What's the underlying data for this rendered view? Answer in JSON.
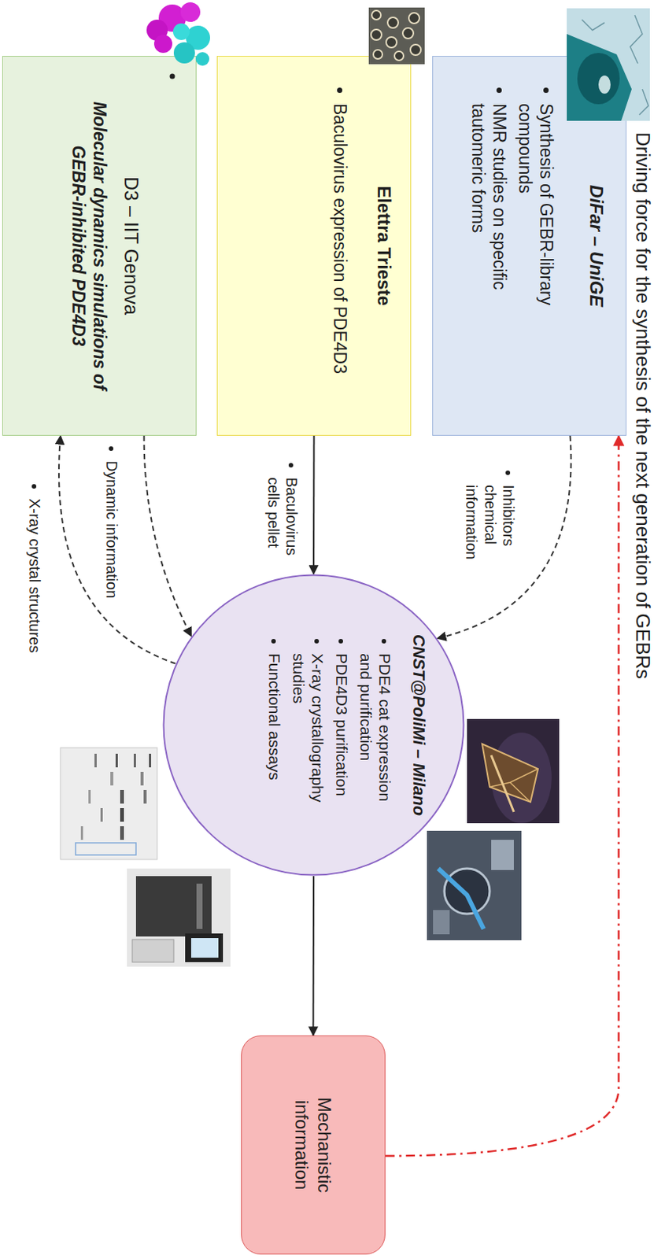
{
  "diagram": {
    "nodes": [
      {
        "text": [
          "DiFar – UniGE",
          "Synthesis of GEBR-library compounds",
          "NMR studies on specific tautomeric forms"
        ]
      },
      {
        "text": [
          "Elettra Trieste",
          "Baculovirus expression of PDE4D3"
        ]
      },
      {
        "text": [
          "D3 – IIT Genova",
          "Molecular dynamics simulations of GEBR-inhibited PDE4D3"
        ]
      },
      {
        "text": [
          "CNST@PoliMi – Milano",
          "PDE4 cat expression and purification",
          "PDE4D3 purification",
          "X-ray crystallography studies",
          "Functional assays"
        ]
      },
      {
        "text": [
          "Mechanistic information"
        ]
      }
    ],
    "edges": [
      {
        "from": 0,
        "to": 3,
        "label": "Inhibitors chemical information",
        "arrow": "to"
      },
      {
        "from": 1,
        "to": 3,
        "label": "Baculovirus cells pellet",
        "arrow": "to"
      },
      {
        "from": 2,
        "to": 3,
        "label": "Dynamic information",
        "arrow": "to"
      },
      {
        "from": 3,
        "to": 2,
        "label": "X-ray crystal structures",
        "arrow": "to"
      },
      {
        "from": 3,
        "to": 4,
        "arrow": "to"
      },
      {
        "from": 4,
        "to": 0,
        "label": "Driving force for the synthesis of the next generation of GEBRs",
        "arrow": "to"
      }
    ]
  }
}
